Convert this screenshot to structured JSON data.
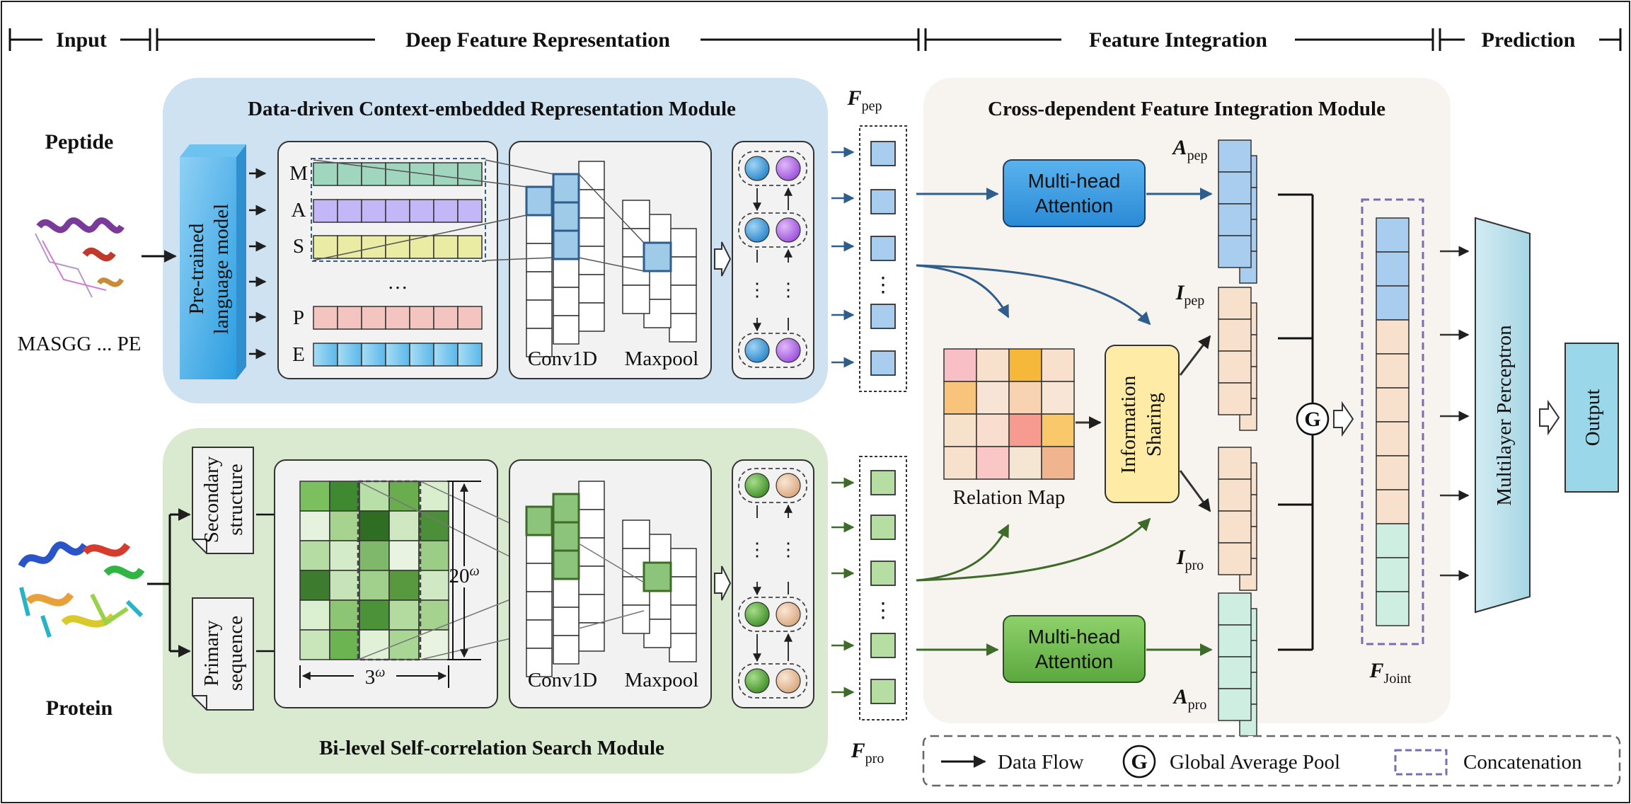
{
  "sections": {
    "input": "Input",
    "deep_feature": "Deep Feature Representation",
    "feature_integration": "Feature Integration",
    "prediction": "Prediction"
  },
  "peptide": {
    "title": "Peptide",
    "sequence": "MASGG ... PE",
    "residues": [
      "M",
      "A",
      "S",
      "P",
      "E"
    ],
    "ellipsis": "…"
  },
  "protein": {
    "title": "Protein"
  },
  "modules": {
    "context": "Data-driven Context-embedded Representation Module",
    "bilevel": "Bi-level Self-correlation Search Module",
    "cross": "Cross-dependent Feature Integration Module"
  },
  "blocks": {
    "plm_line1": "Pre-trained",
    "plm_line2": "language  model",
    "secondary_line1": "Secondary",
    "secondary_line2": "structure",
    "primary_line1": "Primary",
    "primary_line2": "sequence",
    "conv1d": "Conv1D",
    "maxpool": "Maxpool",
    "window_h": "20",
    "window_w": "3",
    "omega": "ω",
    "mha": "Multi-head",
    "mha2": "Attention",
    "relation_map": "Relation Map",
    "info1": "Information",
    "info2": "Sharing",
    "g": "G",
    "mlp": "Multilayer  Perceptron",
    "output": "Output"
  },
  "features": {
    "F": "F",
    "pep": "pep",
    "pro": "pro",
    "A": "A",
    "I": "I",
    "joint": "Joint"
  },
  "legend": {
    "data_flow": "Data Flow",
    "g_label": "Global Average Pool",
    "concat": "Concatenation"
  },
  "colors": {
    "peptide_blue": "#4a90d9",
    "protein_green": "#5aa845",
    "peach": "#f7e0cc",
    "arrow_blue": "#2f5d8c",
    "arrow_green": "#3f6b2a"
  }
}
